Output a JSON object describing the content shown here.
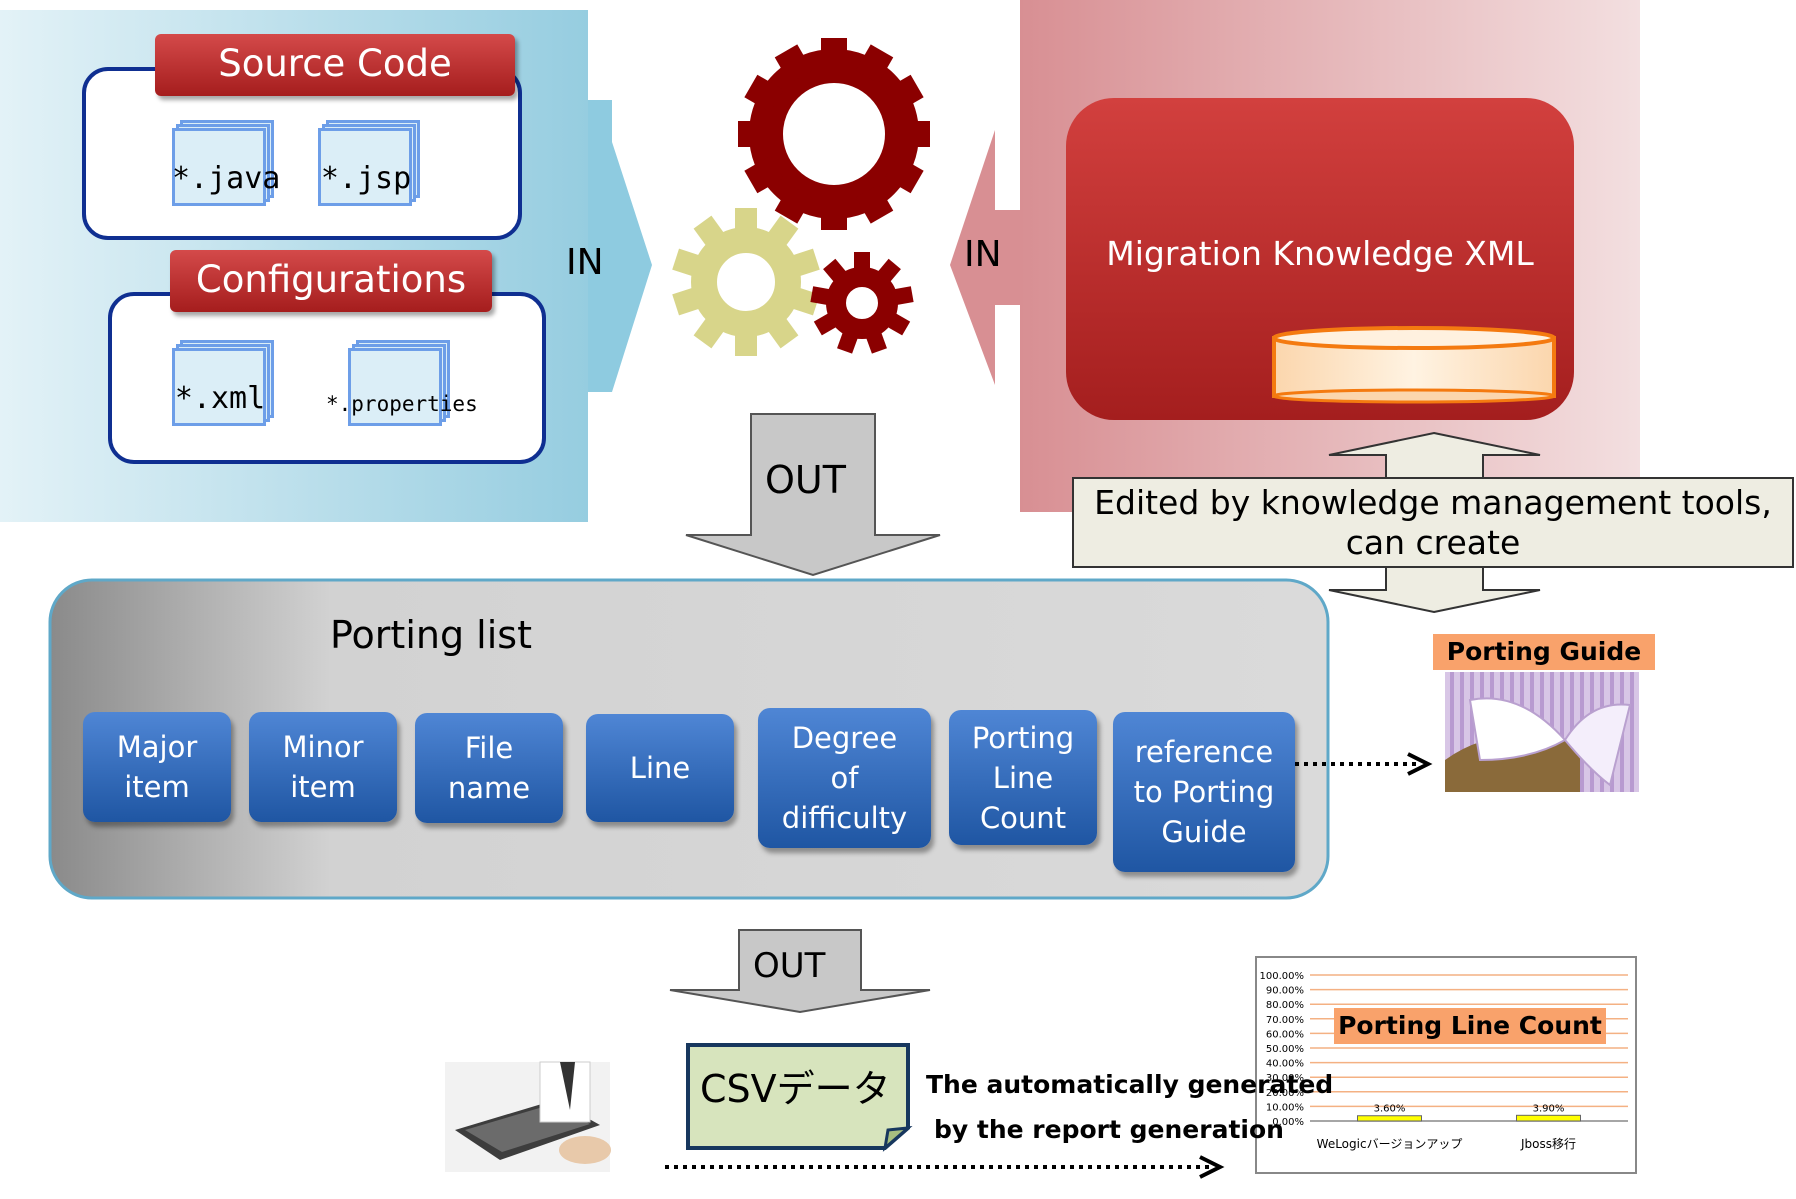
{
  "inputs": {
    "source_code": {
      "title": "Source Code",
      "files": [
        "*.java",
        "*.jsp"
      ]
    },
    "configurations": {
      "title": "Configurations",
      "files": [
        "*.xml",
        "*.properties"
      ]
    }
  },
  "arrows": {
    "in_left": "IN",
    "in_right": "IN",
    "out_top": "OUT",
    "out_bottom": "OUT"
  },
  "knowledge": {
    "title": "Migration Knowledge XML",
    "edit_note": "Edited by knowledge management tools, can create"
  },
  "porting_list": {
    "title": "Porting list",
    "columns": [
      {
        "line1": "Major",
        "line2": "item",
        "line3": ""
      },
      {
        "line1": "Minor",
        "line2": "item",
        "line3": ""
      },
      {
        "line1": "File",
        "line2": "name",
        "line3": ""
      },
      {
        "line1": "Line",
        "line2": "",
        "line3": ""
      },
      {
        "line1": "Degree",
        "line2": "of",
        "line3": "difficulty"
      },
      {
        "line1": "Porting",
        "line2": "Line",
        "line3": "Count"
      },
      {
        "line1": "reference",
        "line2": "to Porting",
        "line3": "Guide"
      }
    ]
  },
  "porting_guide": {
    "label": "Porting Guide"
  },
  "csv": {
    "label": "CSVデータ",
    "note_line1": "The automatically generated",
    "note_line2": "by the report generation"
  },
  "chart_data": {
    "type": "bar",
    "title": "Porting Line Count",
    "categories": [
      "WeLogicバージョンアップ",
      "Jboss移行"
    ],
    "values": [
      3.6,
      3.9
    ],
    "value_labels": [
      "3.60%",
      "3.90%"
    ],
    "ylim": [
      0,
      100
    ],
    "yticks": [
      "0.00%",
      "10.00%",
      "20.00%",
      "30.00%",
      "40.00%",
      "50.00%",
      "60.00%",
      "70.00%",
      "80.00%",
      "90.00%",
      "100.00%"
    ],
    "grid": true,
    "bar_color": "#ffff00"
  },
  "colors": {
    "dark_red": "#8b0000",
    "red_header": "#c0282a",
    "blue_border": "#0f2f91",
    "column_blue": "#2e67b8",
    "orange_tag": "#f9a26b",
    "gear_tan": "#d8d58a"
  }
}
